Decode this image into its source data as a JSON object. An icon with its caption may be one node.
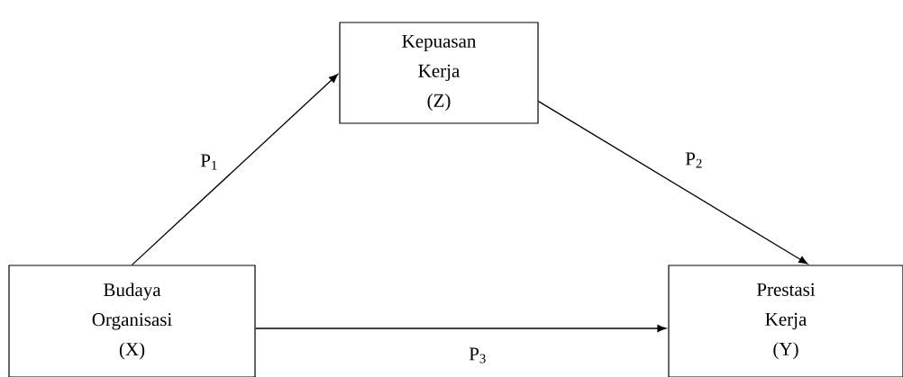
{
  "diagram": {
    "nodes": [
      {
        "text": [
          "Kepuasan Kerja (Z)"
        ]
      },
      {
        "text": [
          "Budaya Organisasi (X)"
        ]
      },
      {
        "text": [
          "Prestasi Kerja (Y)"
        ]
      }
    ],
    "edges": [
      {
        "from": 1,
        "to": 0,
        "arrow": "to",
        "label": "P$_{1}$"
      },
      {
        "from": 0,
        "to": 2,
        "arrow": "to",
        "label": "P$_{2}$"
      },
      {
        "from": 1,
        "to": 2,
        "arrow": "to",
        "label": "P$_{3}$"
      }
    ]
  }
}
